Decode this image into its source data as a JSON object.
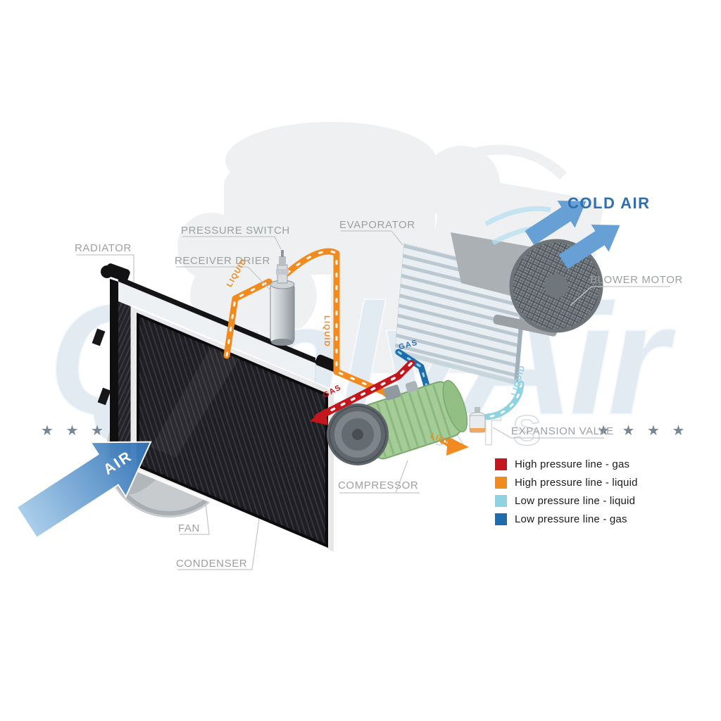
{
  "part_labels": {
    "radiator": "RADIATOR",
    "pressure_switch": "PRESSURE SWITCH",
    "receiver_drier": "RECEIVER DRIER",
    "evaporator": "EVAPORATOR",
    "blower_motor": "BLOWER MOTOR",
    "expansion_valve": "EXPANSION VALVE",
    "compressor": "COMPRESSOR",
    "fan": "FAN",
    "condenser": "CONDENSER"
  },
  "airflow_labels": {
    "cold_air": "COLD AIR",
    "air_in": "AIR"
  },
  "flow_labels": {
    "liquid_condenser_to_drier": "LIQUID",
    "liquid_drier_out": "LIQUID",
    "gas_low_pressure": "GAS",
    "gas_high_pressure": "GAS",
    "liquid_low_pressure": "LIQUID",
    "liquid_to_expansion_valve": "LIQUID"
  },
  "legend": {
    "items": [
      {
        "label": "High pressure line - gas",
        "color": "#c4161d"
      },
      {
        "label": "High pressure line - liquid",
        "color": "#f18a1f"
      },
      {
        "label": "Low pressure line - liquid",
        "color": "#8fd2e2"
      },
      {
        "label": "Low pressure line -  gas",
        "color": "#1d6cae"
      }
    ]
  },
  "watermark": {
    "brand": "QualyAir",
    "sub": "AUTO PARTS",
    "stars_left": "★ ★ ★ ★",
    "stars_right": "★ ★ ★ ★"
  },
  "colors": {
    "high_pressure_gas": "#c4161d",
    "high_pressure_liquid": "#f18a1f",
    "low_pressure_liquid": "#8fd2e2",
    "low_pressure_gas": "#1d6cae",
    "label_gray": "#9ba0a3",
    "accent_blue": "#2e6fb4"
  }
}
